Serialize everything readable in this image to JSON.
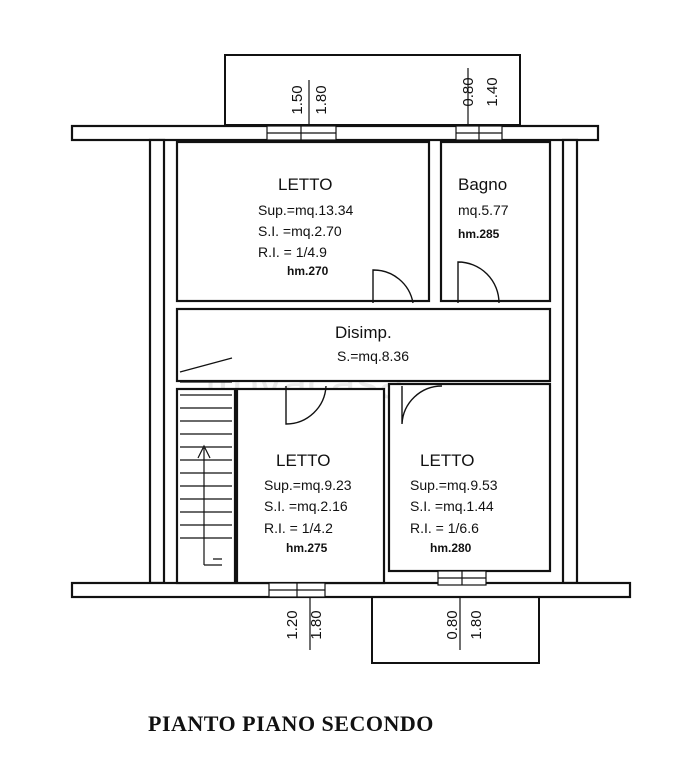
{
  "rooms": {
    "letto_top": {
      "name": "LETTO",
      "sup": "Sup.=mq.13.34",
      "si": "S.I. =mq.2.70",
      "ri": "R.I. = 1/4.9",
      "hm": "hm.270"
    },
    "bagno": {
      "name": "Bagno",
      "area": "mq.5.77",
      "hm": "hm.285"
    },
    "disimp": {
      "name": "Disimp.",
      "area": "S.=mq.8.36"
    },
    "letto_left": {
      "name": "LETTO",
      "sup": "Sup.=mq.9.23",
      "si": "S.I. =mq.2.16",
      "ri": "R.I. = 1/4.2",
      "hm": "hm.275"
    },
    "letto_right": {
      "name": "LETTO",
      "sup": "Sup.=mq.9.53",
      "si": "S.I. =mq.1.44",
      "ri": "R.I. = 1/6.6",
      "hm": "hm.280"
    }
  },
  "windows": {
    "top_left": {
      "w": "1.50",
      "h": "1.80"
    },
    "top_right": {
      "w": "0.80",
      "h": "1.40"
    },
    "bottom_left": {
      "w": "1.20",
      "h": "1.80"
    },
    "bottom_right": {
      "w": "0.80",
      "h": "1.80"
    }
  },
  "watermark": "trovacasa",
  "title": "PIANTO PIANO SECONDO",
  "colors": {
    "balcony_hatch": "#a8885a",
    "balcony_fill": "#e9dcc0"
  }
}
